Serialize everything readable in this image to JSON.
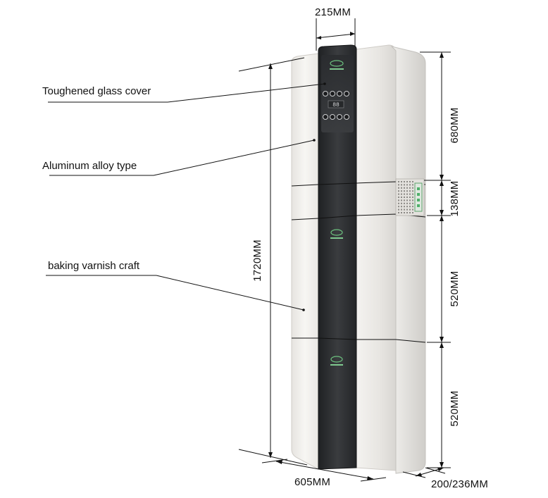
{
  "callouts": {
    "glass": "Toughened glass cover",
    "aluminum": "Aluminum alloy type",
    "varnish": "baking varnish craft"
  },
  "dimensions": {
    "top_width": "215MM",
    "height_total": "1720MM",
    "seg_top": "680MM",
    "seg_vent": "138MM",
    "seg_mid": "520MM",
    "seg_bottom": "520MM",
    "width": "605MM",
    "depth": "200/236MM"
  },
  "colors": {
    "body": "#f2f1ee",
    "panel": "#2d2f32",
    "accent": "#4fb06a"
  },
  "icons": [
    "brand-logo-icon",
    "control-button-icon",
    "vent-grille-icon"
  ]
}
